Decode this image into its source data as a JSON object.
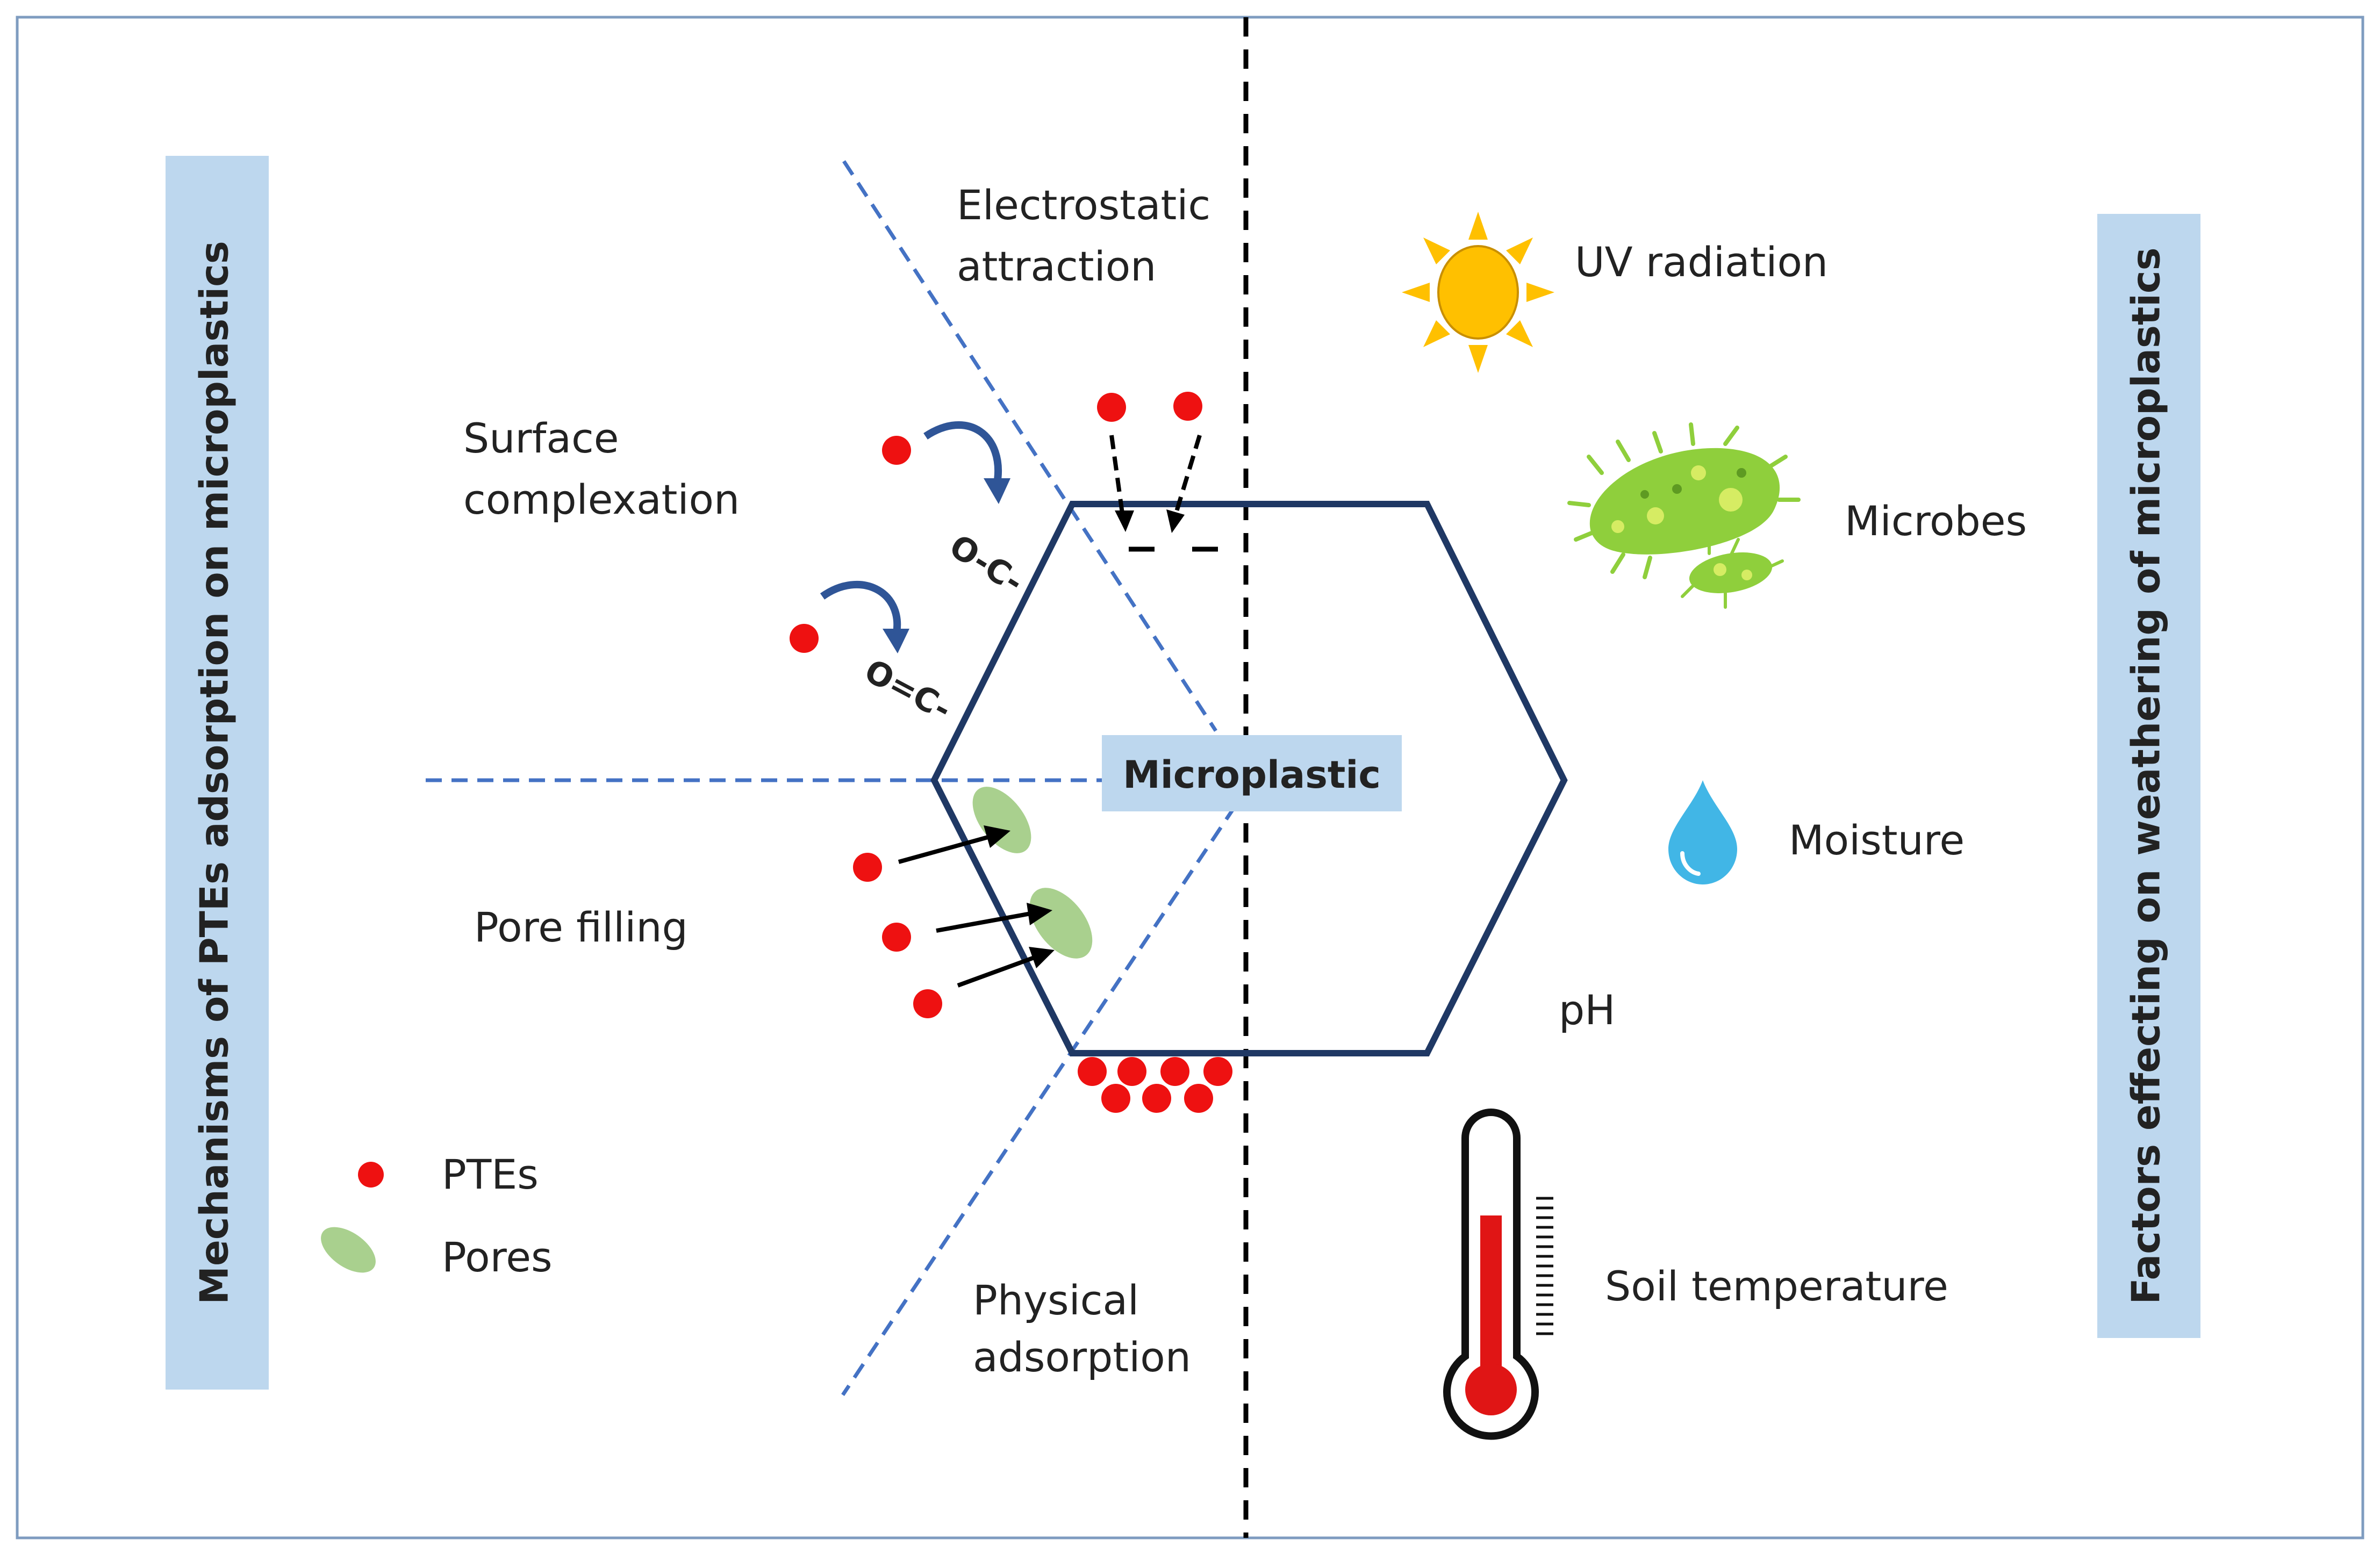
{
  "left_panel": {
    "title": "Mechanisms of PTEs adsorption on microplastics",
    "mechanisms": {
      "electrostatic": "Electrostatic\nattraction",
      "surface_complexation": "Surface\ncomplexation",
      "pore_filling": "Pore filling",
      "physical_adsorption": "Physical\nadsorption"
    },
    "bonds": [
      "O-C-",
      "O=C-"
    ],
    "legend": [
      {
        "label": "PTEs",
        "icon": "red-dot-icon"
      },
      {
        "label": "Pores",
        "icon": "green-ellipse-icon"
      }
    ]
  },
  "center": {
    "label": "Microplastic",
    "charge_marks": [
      "–",
      "–"
    ]
  },
  "right_panel": {
    "title": "Factors effecting on weathering of microplastics",
    "factors": [
      {
        "label": "UV radiation",
        "icon": "sun-icon"
      },
      {
        "label": "Microbes",
        "icon": "bacteria-icon"
      },
      {
        "label": "Moisture",
        "icon": "water-drop-icon"
      },
      {
        "label": "pH",
        "icon": ""
      },
      {
        "label": "Soil temperature",
        "icon": "thermometer-icon"
      }
    ]
  },
  "colors": {
    "pte": "#ee1111",
    "pore": "#a9d08e",
    "hexagon": "#1f3864",
    "dashed_blue": "#4472c4",
    "label_box": "#bdd7ee",
    "curved_arrow": "#2f5597",
    "sun": "#ffc000",
    "drop": "#41b6e6",
    "microbe": "#8fcf3c"
  }
}
